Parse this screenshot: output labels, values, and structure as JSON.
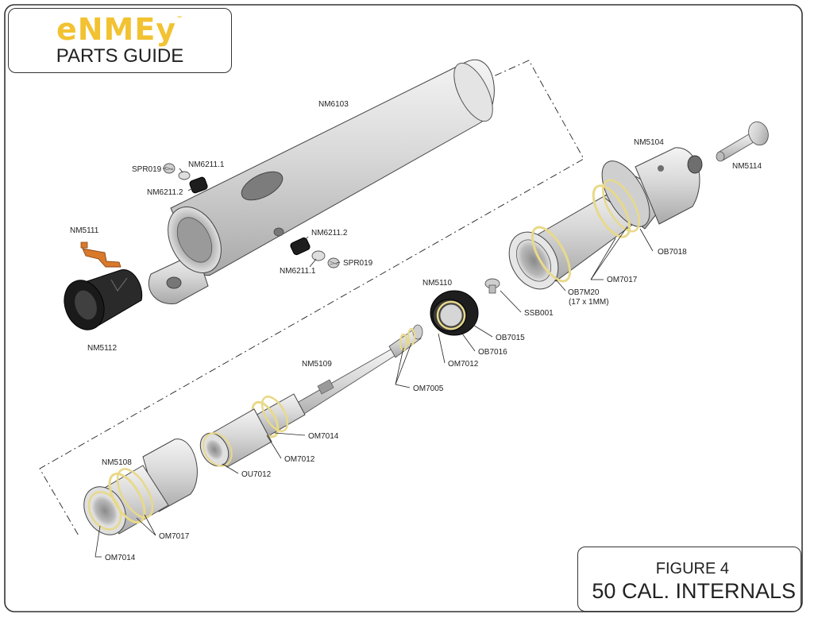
{
  "logo": {
    "brand": "eNMEy",
    "trademark": "™",
    "subtitle": "PARTS GUIDE"
  },
  "figure": {
    "number": "FIGURE 4",
    "title": "50 CAL. INTERNALS"
  },
  "colors": {
    "logo_yellow": "#f2c232",
    "part_orange": "#d9792b",
    "oring_yellow": "#e8d98a",
    "black_part": "#1e1e1e",
    "metal": "#d6d6d6"
  },
  "labels": {
    "nm6103": "NM6103",
    "spr019_top": "SPR019",
    "nm6211_1_top": "NM6211.1",
    "nm6211_2_top": "NM6211.2",
    "nm5111": "NM5111",
    "nm5112": "NM5112",
    "nm6211_2_bot": "NM6211.2",
    "nm6211_1_bot": "NM6211.1",
    "spr019_bot": "SPR019",
    "nm5104": "NM5104",
    "nm5114": "NM5114",
    "ob7018": "OB7018",
    "om7017_top": "OM7017",
    "ob7m20": "OB7M20",
    "ob7m20_size": "(17 x 1MM)",
    "ssb001": "SSB001",
    "nm5110": "NM5110",
    "ob7015": "OB7015",
    "ob7016": "OB7016",
    "om7012_top": "OM7012",
    "nm5109": "NM5109",
    "om7005": "OM7005",
    "om7014_mid": "OM7014",
    "om7012_mid": "OM7012",
    "ou7012": "OU7012",
    "nm5108": "NM5108",
    "om7017_bot": "OM7017",
    "om7014_bot": "OM7014"
  }
}
